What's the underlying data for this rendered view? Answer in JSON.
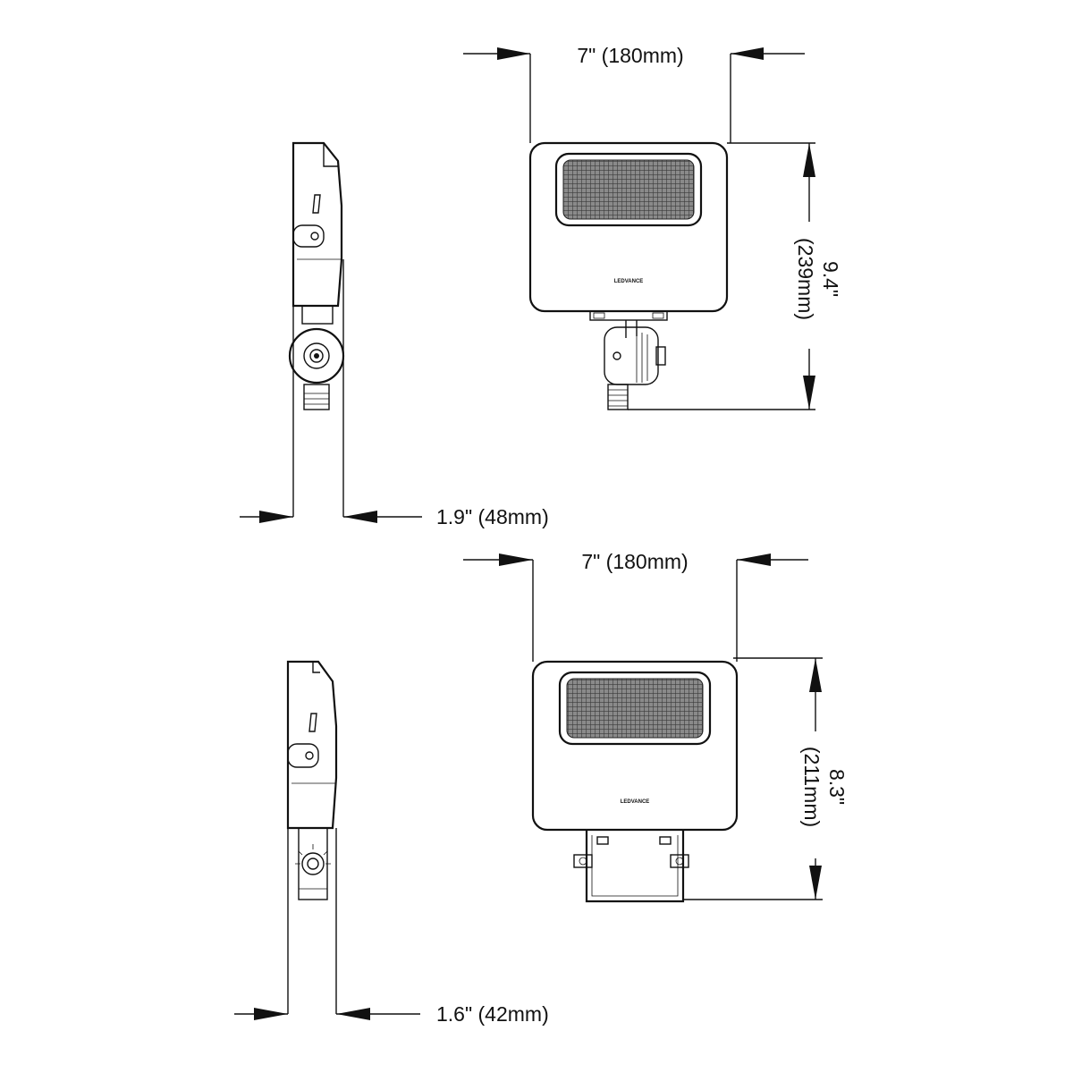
{
  "dimensions": {
    "fixture_a_width": "7\" (180mm)",
    "fixture_a_height_in": "9.4\"",
    "fixture_a_height_mm": "(239mm)",
    "fixture_a_depth": "1.9\" (48mm)",
    "fixture_b_width": "7\" (180mm)",
    "fixture_b_height_in": "8.3\"",
    "fixture_b_height_mm": "(211mm)",
    "fixture_b_depth": "1.6\" (42mm)"
  },
  "brand_logo": "LEDVANCE",
  "colors": {
    "line": "#111111",
    "background": "#ffffff",
    "grille": "#6a6a6a"
  }
}
